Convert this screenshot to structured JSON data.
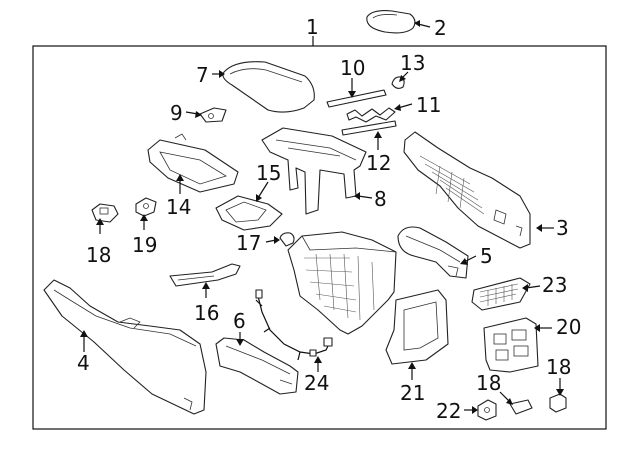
{
  "diagram": {
    "callouts": [
      {
        "id": "c1",
        "text": "1"
      },
      {
        "id": "c2",
        "text": "2"
      },
      {
        "id": "c3",
        "text": "3"
      },
      {
        "id": "c4",
        "text": "4"
      },
      {
        "id": "c5",
        "text": "5"
      },
      {
        "id": "c6",
        "text": "6"
      },
      {
        "id": "c7",
        "text": "7"
      },
      {
        "id": "c8",
        "text": "8"
      },
      {
        "id": "c9",
        "text": "9"
      },
      {
        "id": "c10",
        "text": "10"
      },
      {
        "id": "c11",
        "text": "11"
      },
      {
        "id": "c12",
        "text": "12"
      },
      {
        "id": "c13",
        "text": "13"
      },
      {
        "id": "c14",
        "text": "14"
      },
      {
        "id": "c15",
        "text": "15"
      },
      {
        "id": "c16",
        "text": "16"
      },
      {
        "id": "c17",
        "text": "17"
      },
      {
        "id": "c18a",
        "text": "18"
      },
      {
        "id": "c18b",
        "text": "18"
      },
      {
        "id": "c18c",
        "text": "18"
      },
      {
        "id": "c19",
        "text": "19"
      },
      {
        "id": "c20",
        "text": "20"
      },
      {
        "id": "c21",
        "text": "21"
      },
      {
        "id": "c22",
        "text": "22"
      },
      {
        "id": "c23",
        "text": "23"
      },
      {
        "id": "c24",
        "text": "24"
      }
    ]
  }
}
